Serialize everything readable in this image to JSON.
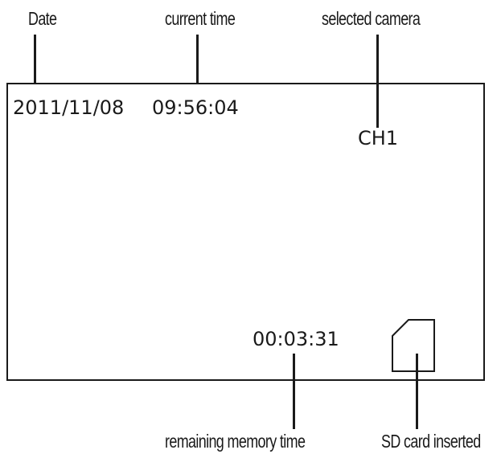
{
  "callouts": {
    "date": "Date",
    "current_time": "current time",
    "selected_camera": "selected camera",
    "remaining_memory_time": "remaining memory time",
    "sd_card_inserted": "SD card inserted"
  },
  "screen": {
    "date": "2011/11/08",
    "time": "09:56:04",
    "channel": "CH1",
    "remaining_time": "00:03:31",
    "sd_icon": "sd-card-icon"
  }
}
